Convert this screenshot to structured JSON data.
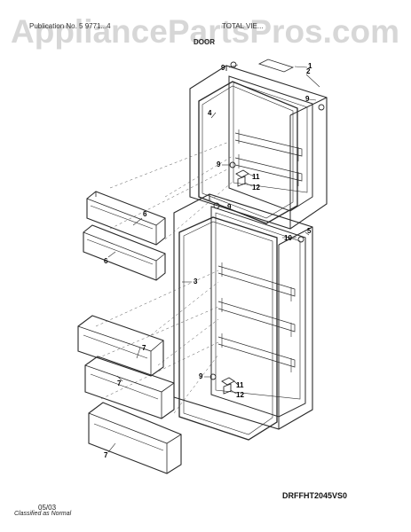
{
  "watermark": "AppliancePartsPros.com",
  "header": {
    "left": "Publication No. 5 9771...4",
    "right": "TOTAL VIE...",
    "section": "DOOR"
  },
  "callouts": {
    "p1": "1",
    "p2": "2",
    "p4": "4",
    "p9a": "9",
    "p9b": "9",
    "p9c": "9",
    "p11a": "11",
    "p12a": "12",
    "p9d": "9",
    "p5": "5",
    "p10": "10",
    "p3": "3",
    "p6a": "6",
    "p6b": "6",
    "p9e": "9",
    "p11b": "11",
    "p12b": "12",
    "p7a": "7",
    "p7b": "7",
    "p7c": "7"
  },
  "diagram_code": "DRFFHT2045VS0",
  "footer": {
    "number": "05/03",
    "note": "Classified as Normal"
  },
  "colors": {
    "line": "#2a2a2a",
    "watermark": "#9a9a9a"
  }
}
